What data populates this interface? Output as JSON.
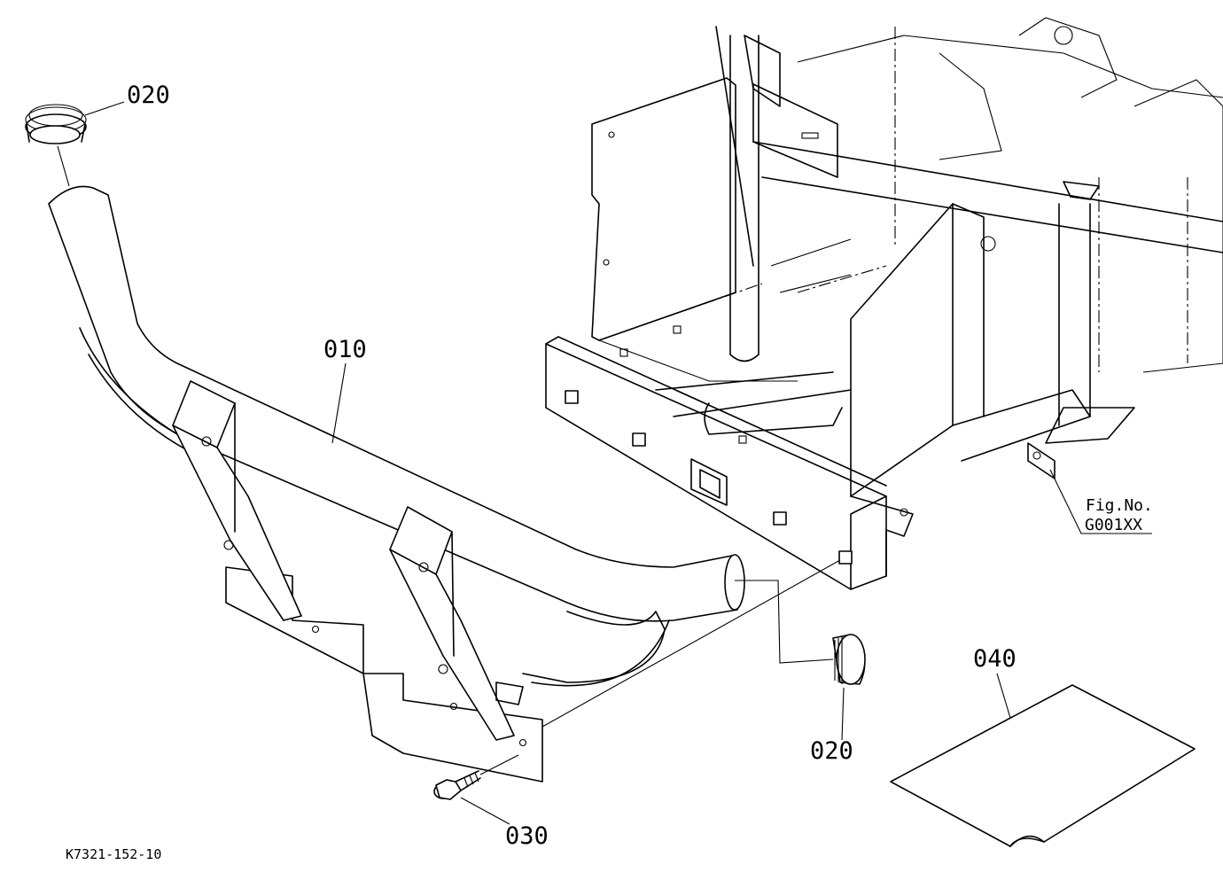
{
  "callouts": {
    "c020_top": "020",
    "c010": "010",
    "c020_bottom": "020",
    "c030": "030",
    "c040": "040"
  },
  "figure_ref": {
    "title": "Fig.No.",
    "code": "G001XX"
  },
  "drawing_id": "K7321-152-10"
}
